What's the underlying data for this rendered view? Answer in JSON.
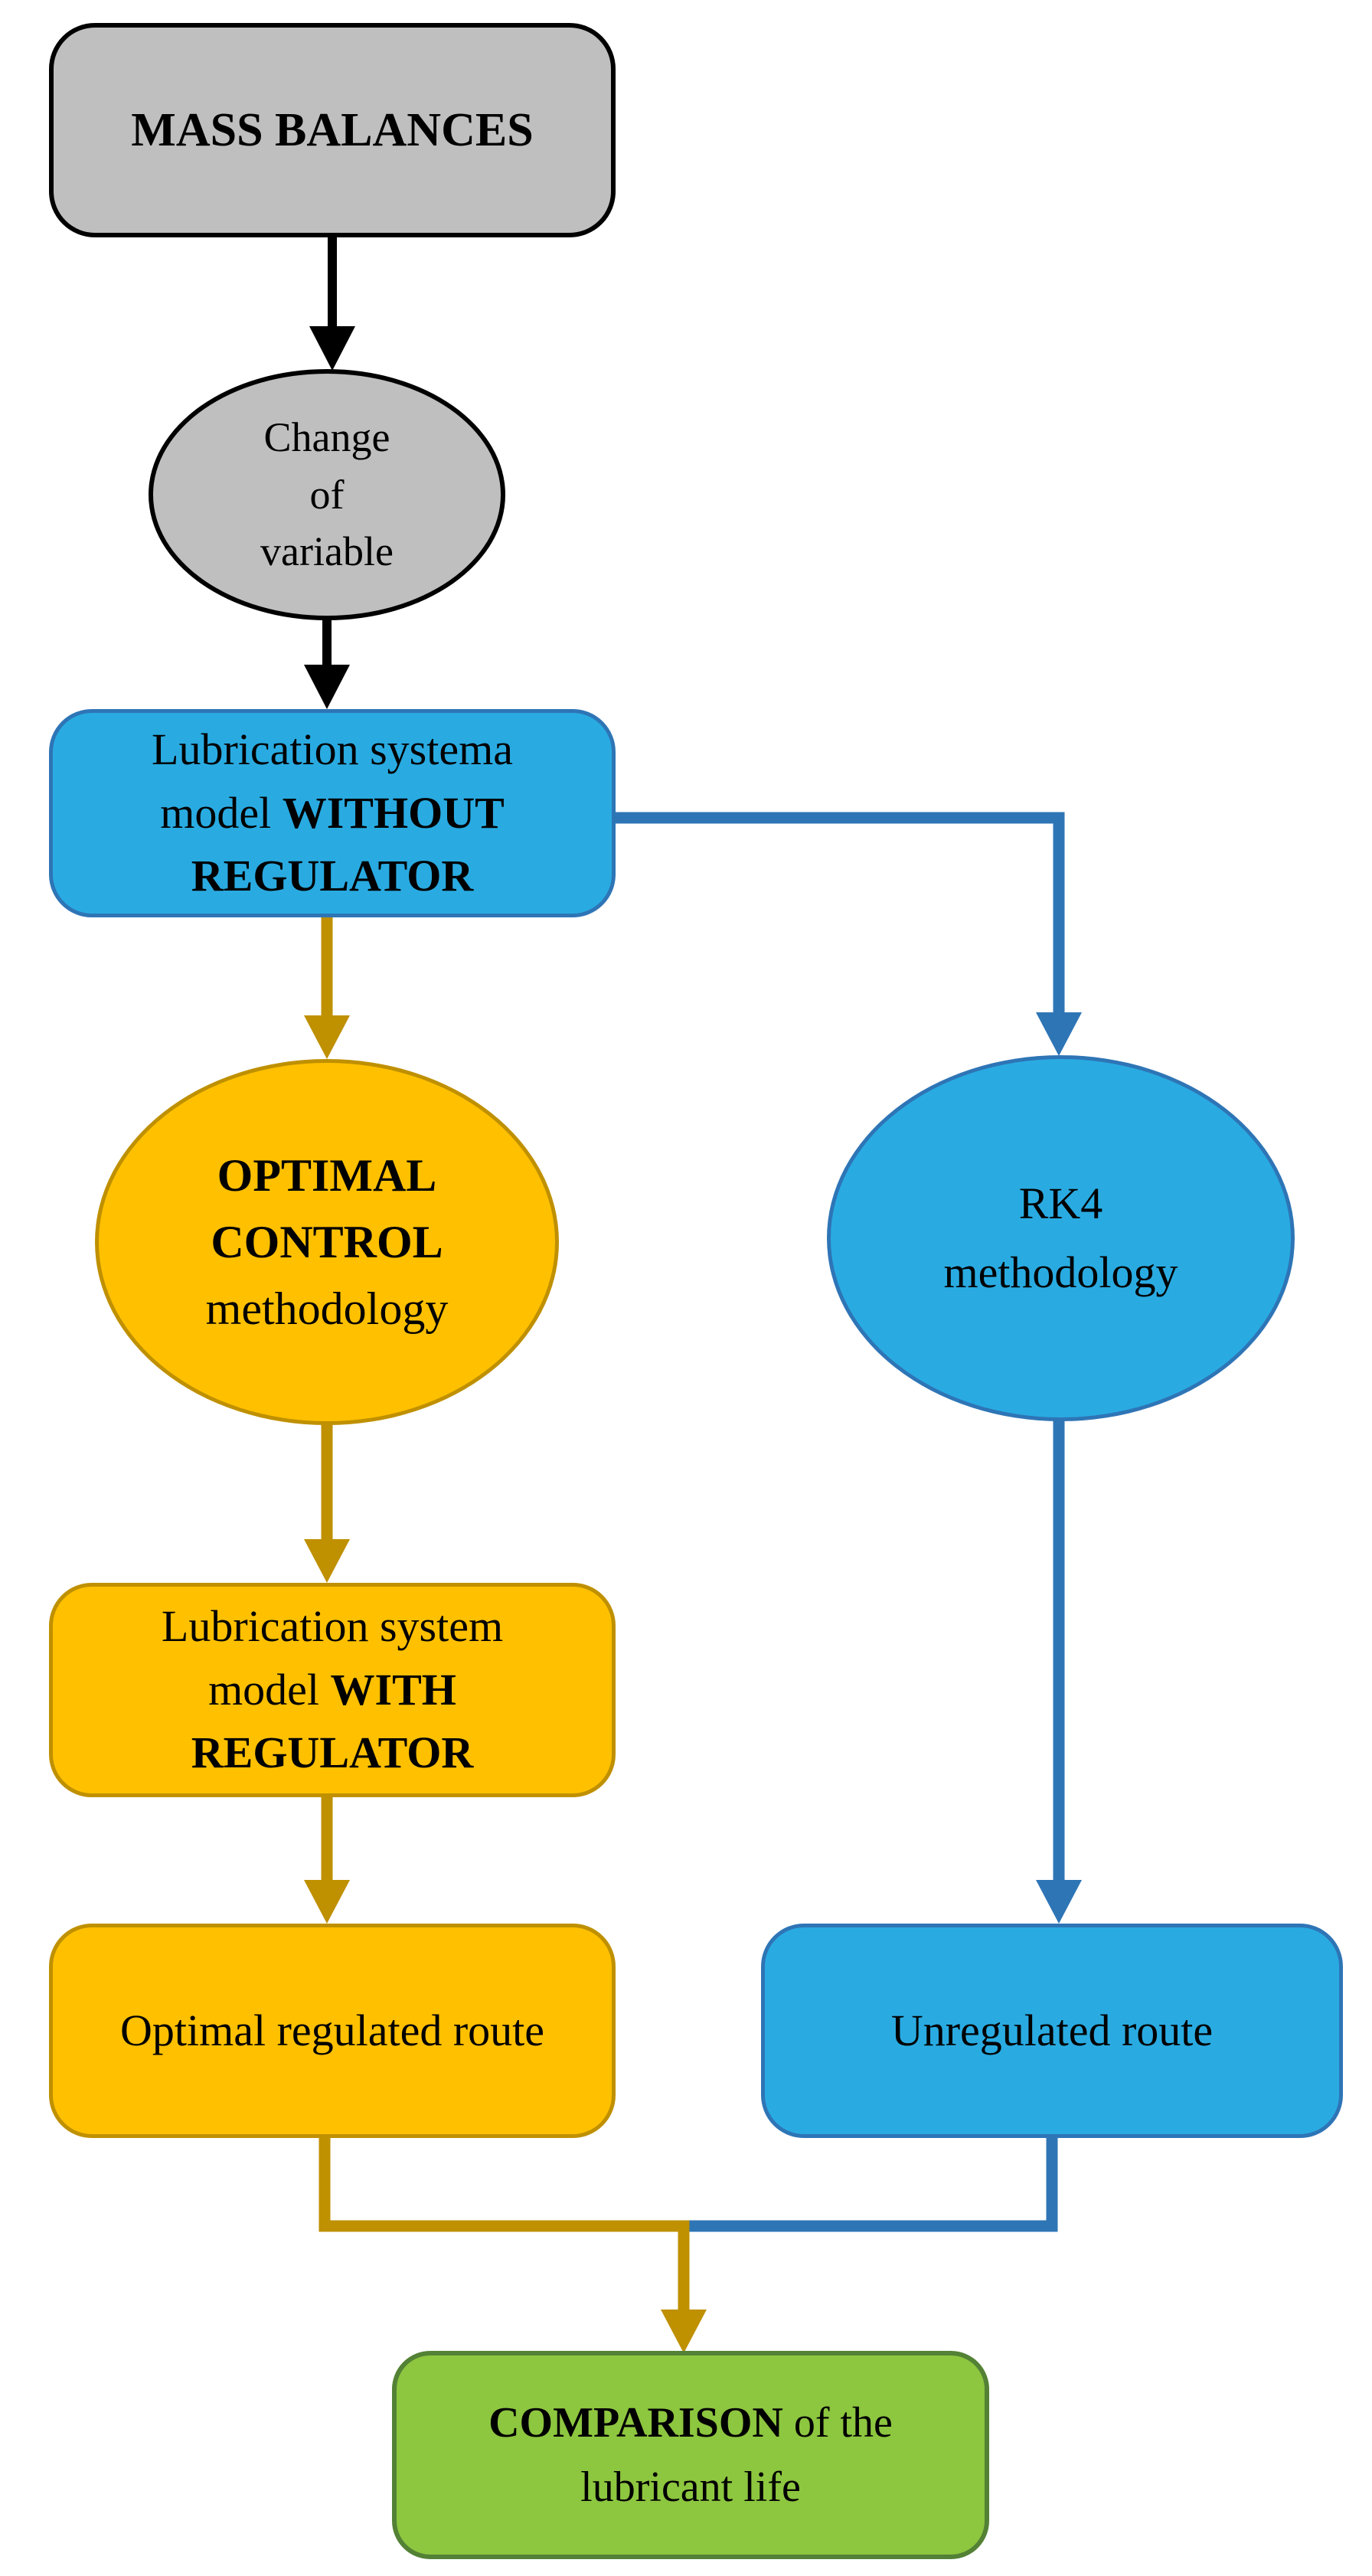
{
  "colors": {
    "black": "#000000",
    "gray_fill": "#BFBFBF",
    "blue_fill": "#29ABE2",
    "blue_border": "#2E75B6",
    "gold_fill": "#FFC000",
    "gold_border": "#BF9000",
    "green_fill": "#8DC63F",
    "green_border": "#538135"
  },
  "nodes": {
    "mass_balances": {
      "label": "MASS BALANCES"
    },
    "change_of_variable": {
      "line1": "Change",
      "line2": "of",
      "line3": "variable"
    },
    "model_without": {
      "line1": "Lubrication systema",
      "line2_pre": "model ",
      "line2_bold": "WITHOUT",
      "line3_bold": "REGULATOR"
    },
    "optimal_control": {
      "line1": "OPTIMAL",
      "line2": "CONTROL",
      "line3": "methodology"
    },
    "rk4": {
      "line1": "RK4",
      "line2": "methodology"
    },
    "model_with": {
      "line1": "Lubrication system",
      "line2_pre": "model ",
      "line2_bold": "WITH",
      "line3_bold": "REGULATOR"
    },
    "optimal_route": {
      "label": "Optimal regulated route"
    },
    "unregulated_route": {
      "label": "Unregulated route"
    },
    "comparison": {
      "line1_bold": "COMPARISON",
      "line1_rest": " of the",
      "line2": "lubricant life"
    }
  },
  "connectors": [
    {
      "id": "mass-balances-to-change-of-variable",
      "color": "#000000"
    },
    {
      "id": "change-of-variable-to-model-without",
      "color": "#000000"
    },
    {
      "id": "model-without-to-rk4",
      "color": "#2E75B6"
    },
    {
      "id": "model-without-to-optimal-control",
      "color": "#BF9000"
    },
    {
      "id": "optimal-control-to-model-with",
      "color": "#BF9000"
    },
    {
      "id": "model-with-to-optimal-route",
      "color": "#BF9000"
    },
    {
      "id": "rk4-to-unregulated-route",
      "color": "#2E75B6"
    },
    {
      "id": "optimal-route-to-comparison",
      "color": "#BF9000"
    },
    {
      "id": "unregulated-route-to-comparison",
      "color": "#2E75B6"
    }
  ]
}
